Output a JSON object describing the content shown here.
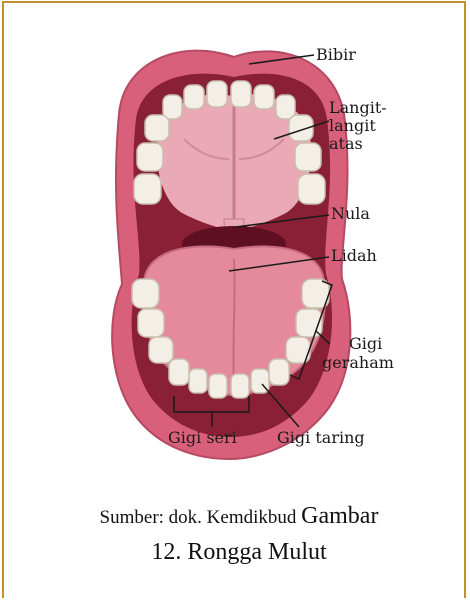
{
  "labels": {
    "bibir": "Bibir",
    "langit_1": "Langit-",
    "langit_2": "langit",
    "langit_3": "atas",
    "nula": "Nula",
    "lidah": "Lidah",
    "geraham_1": "Gigi",
    "geraham_2": "geraham",
    "seri": "Gigi seri",
    "taring": "Gigi taring"
  },
  "caption": {
    "source": "Sumber: dok. Kemdikbud ",
    "figure_word": "Gambar",
    "title": "12. Rongga Mulut"
  },
  "colors": {
    "frame": "#c5902c",
    "lips": "#d9607a",
    "cavity": "#8a2035",
    "palate": "#e9a9b6",
    "tongue": "#e48a9c",
    "teeth": "#f3efe6"
  }
}
